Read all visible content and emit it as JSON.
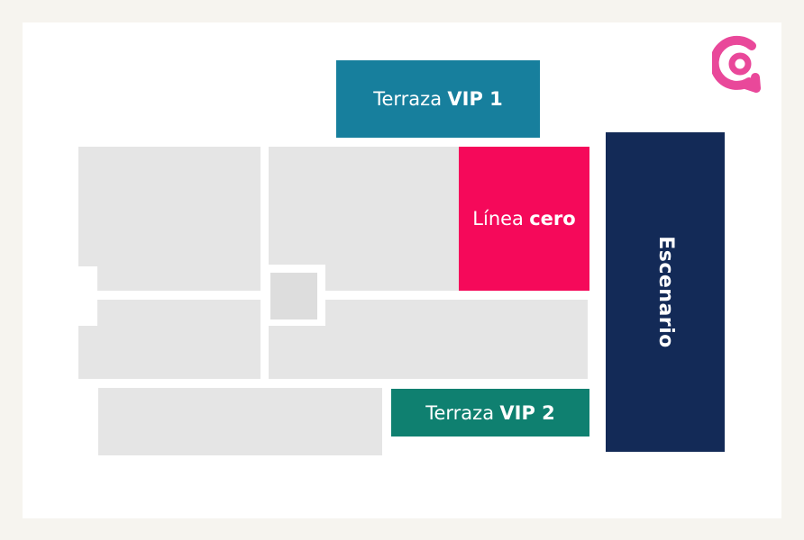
{
  "zones": {
    "terraza_vip_1": {
      "light": "Terraza",
      "bold": "VIP 1"
    },
    "linea_cero": {
      "light": "Línea",
      "bold": "cero"
    },
    "terraza_vip_2": {
      "light": "Terraza",
      "bold": "VIP 2"
    },
    "escenario": {
      "label": "Escenario"
    }
  },
  "colors": {
    "terraza_vip_1": "#177f9d",
    "linea_cero": "#f5095a",
    "terraza_vip_2": "#0f8070",
    "escenario": "#132a57",
    "general_area": "#e5e5e5",
    "logo": "#e9489a"
  },
  "logo": {
    "icon": "speech-bubble-c-logo-icon"
  }
}
